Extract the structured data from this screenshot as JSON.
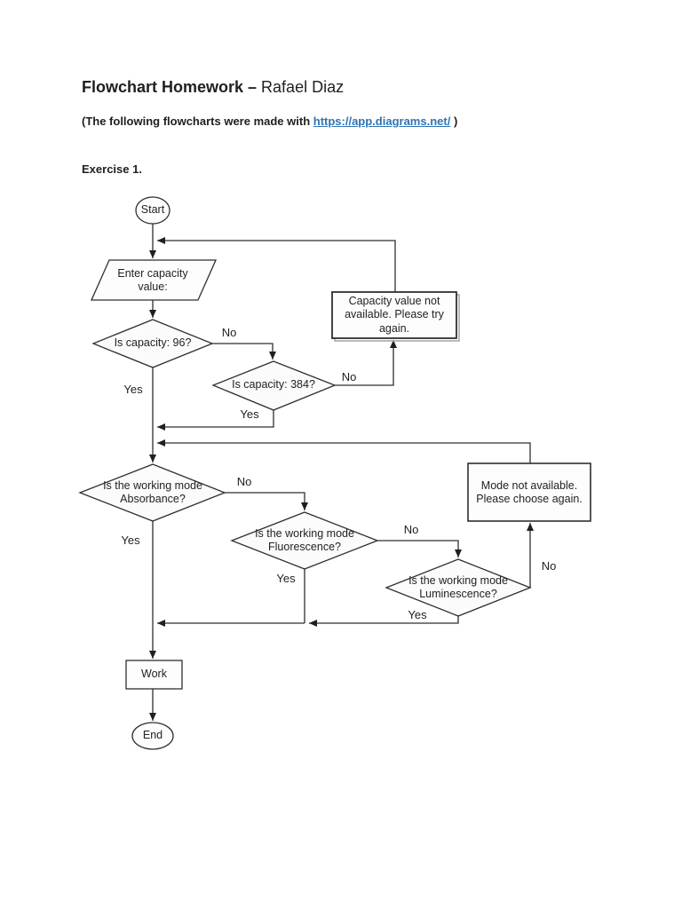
{
  "page": {
    "title_bold": "Flowchart Homework –",
    "title_regular": " Rafael Diaz",
    "made_with_prefix": "(The following flowcharts were made with ",
    "made_with_link": "https://app.diagrams.net/",
    "made_with_suffix": " )",
    "exercise_label": "Exercise 1."
  },
  "colors": {
    "page_background": "#ffffff",
    "link": "#2e74b5",
    "stroke": "#2f2f2f",
    "shape_fill": "#fdfdfd"
  },
  "flowchart": {
    "nodes": {
      "start": "Start",
      "enter_capacity": "Enter capacity value:",
      "capacity_96": "Is capacity: 96?",
      "capacity_384": "Is capacity: 384?",
      "capacity_unavailable": "Capacity value not available. Please try again.",
      "mode_absorbance": "Is the working mode Absorbance?",
      "mode_fluorescence": "Is the working mode Fluorescence?",
      "mode_luminescence": "Is the working mode Luminescence?",
      "mode_unavailable": "Mode not available. Please choose again.",
      "work": "Work",
      "end": "End"
    },
    "labels": {
      "capacity96_no": "No",
      "capacity96_yes": "Yes",
      "capacity384_no": "No",
      "capacity384_yes": "Yes",
      "absorbance_no": "No",
      "absorbance_yes": "Yes",
      "fluorescence_no": "No",
      "fluorescence_yes": "Yes",
      "luminescence_no": "No",
      "luminescence_yes": "Yes"
    }
  }
}
